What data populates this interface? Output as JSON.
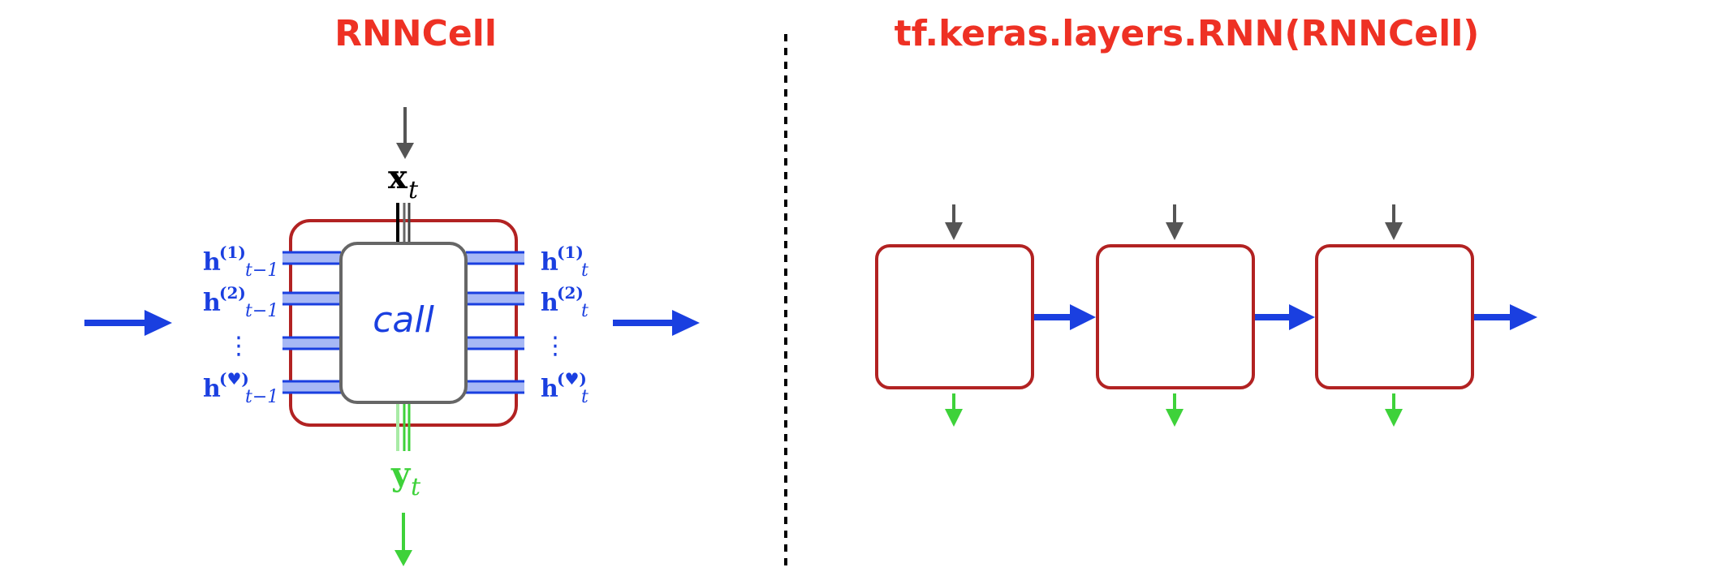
{
  "left_panel": {
    "title": "RNNCell",
    "input_label": "x",
    "input_subscript": "t",
    "output_label": "y",
    "output_subscript": "t",
    "function_label": "call",
    "states_in": [
      {
        "base": "h",
        "sup": "(1)",
        "sub": "t−1"
      },
      {
        "base": "h",
        "sup": "(2)",
        "sub": "t−1"
      },
      {
        "base": "h",
        "sup": "(♥)",
        "sub": "t−1"
      }
    ],
    "states_out": [
      {
        "base": "h",
        "sup": "(1)",
        "sub": "t"
      },
      {
        "base": "h",
        "sup": "(2)",
        "sub": "t"
      },
      {
        "base": "h",
        "sup": "(♥)",
        "sub": "t"
      }
    ],
    "ellipsis": "⋮"
  },
  "right_panel": {
    "title": "tf.keras.layers.RNN(RNNCell)",
    "cell_count": 3
  },
  "colors": {
    "title_red": "#ee3124",
    "cell_border_dark_red": "#b22222",
    "inner_box_gray": "#666666",
    "state_blue": "#1a3fe0",
    "state_light_blue": "#a7b8f5",
    "input_gray": "#555555",
    "output_green": "#3ed23a"
  },
  "icons": {
    "input_arrow": "arrow-down-icon",
    "output_arrow": "arrow-down-icon",
    "flow_arrow": "arrow-right-icon"
  }
}
